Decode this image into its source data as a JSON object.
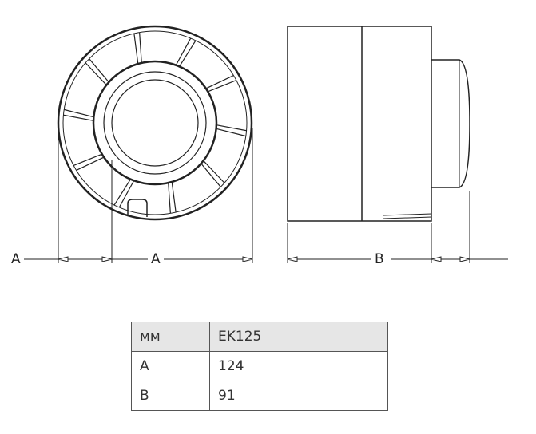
{
  "dimensions": {
    "left_a": "A",
    "center_a": "A",
    "b": "B"
  },
  "table": {
    "header": [
      "мм",
      "EK125"
    ],
    "rows": [
      [
        "A",
        "124"
      ],
      [
        "B",
        "91"
      ]
    ]
  }
}
